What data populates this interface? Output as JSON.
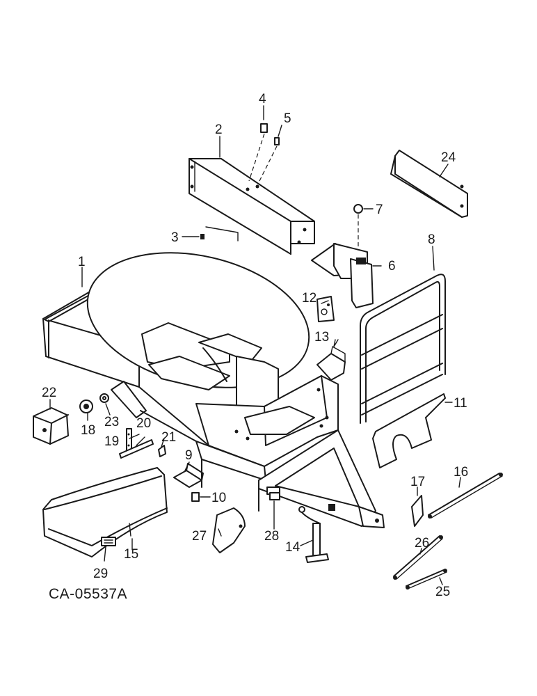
{
  "drawing_reference": "CA-05537A",
  "callouts": {
    "c1": "1",
    "c2": "2",
    "c3": "3",
    "c4": "4",
    "c5": "5",
    "c6": "6",
    "c7": "7",
    "c8": "8",
    "c9": "9",
    "c10": "10",
    "c11": "11",
    "c12": "12",
    "c13": "13",
    "c14": "14",
    "c15": "15",
    "c16": "16",
    "c17": "17",
    "c18": "18",
    "c19": "19",
    "c20": "20",
    "c21": "21",
    "c22": "22",
    "c23": "23",
    "c24": "24",
    "c25": "25",
    "c26": "26",
    "c27": "27",
    "c28": "28",
    "c29": "29"
  }
}
